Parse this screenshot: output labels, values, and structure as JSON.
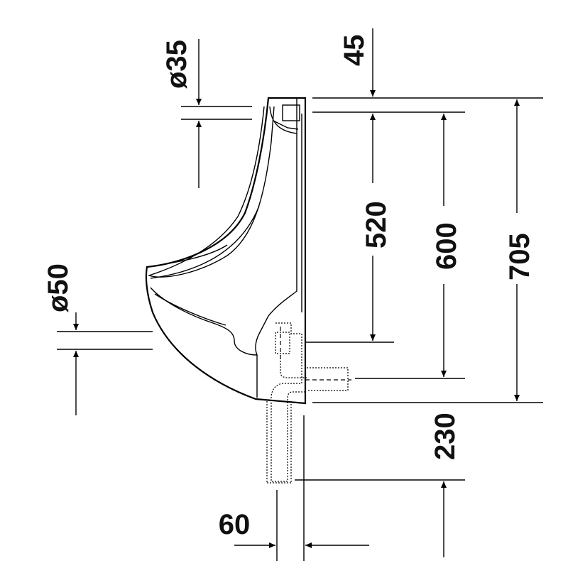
{
  "drawing": {
    "dimensions": {
      "dia_top": "ø35",
      "top_offset": "45",
      "dim_520": "520",
      "dim_600": "600",
      "dim_705": "705",
      "dia_outlet": "ø50",
      "dim_230": "230",
      "dim_60": "60"
    }
  }
}
